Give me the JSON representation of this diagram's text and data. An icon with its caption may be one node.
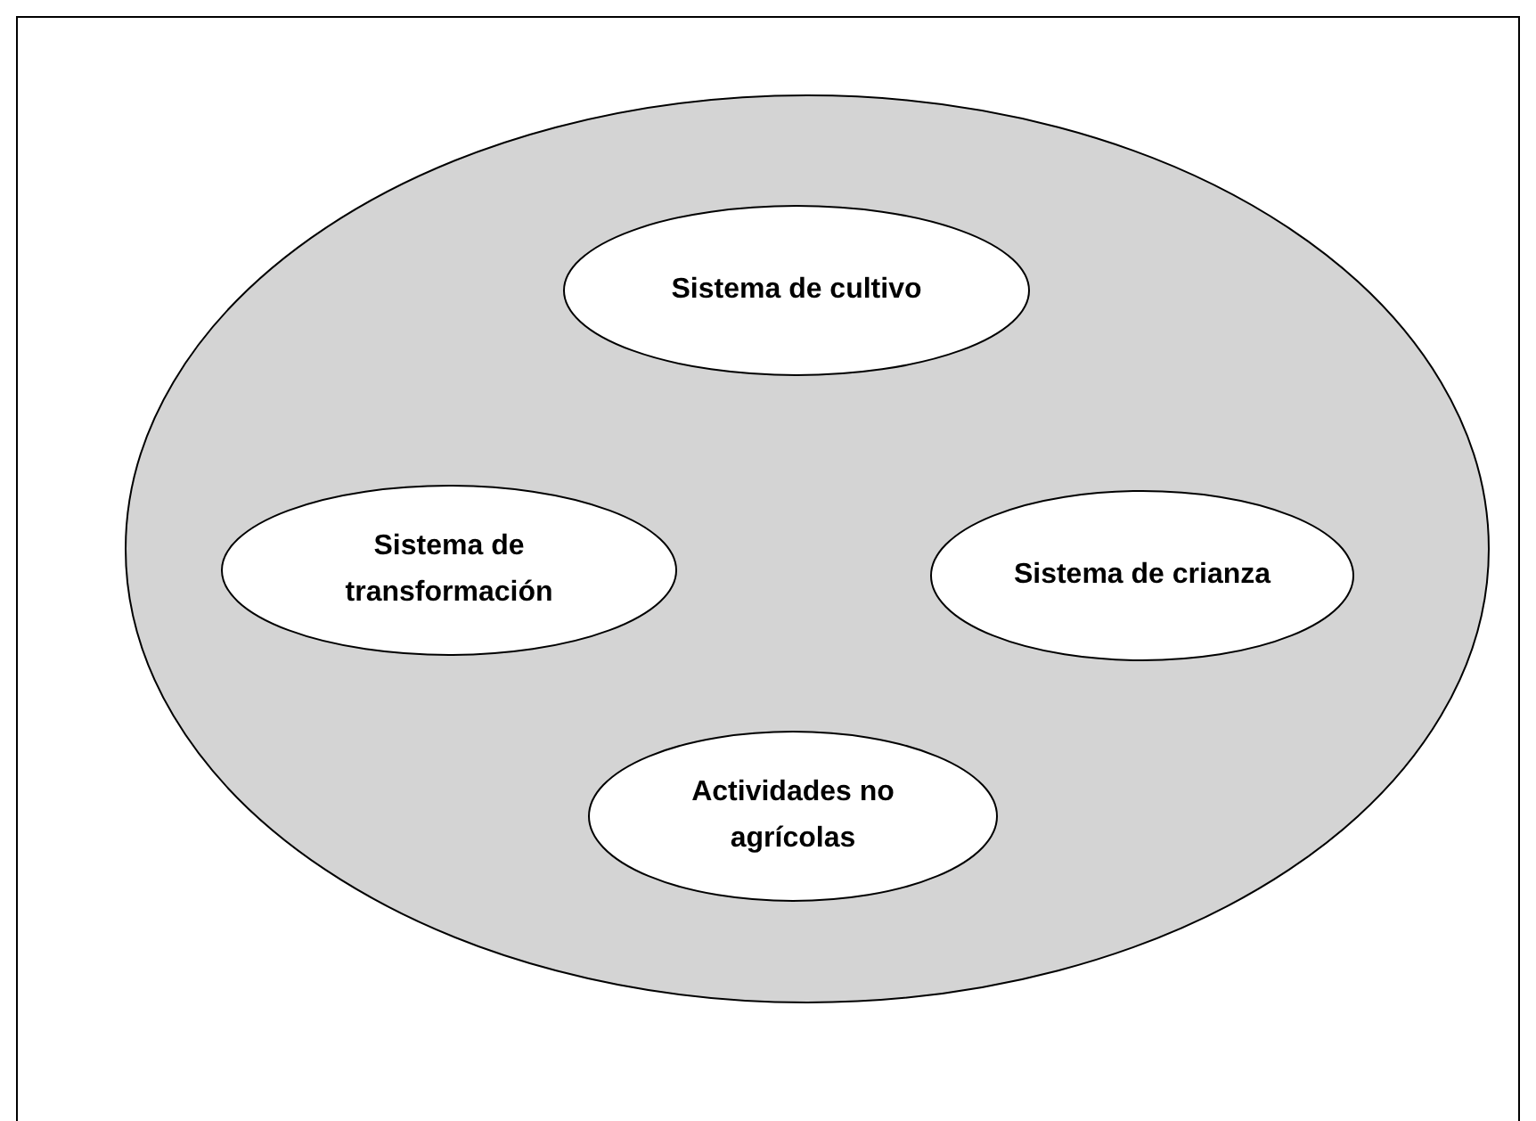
{
  "diagram": {
    "nodes": [
      {
        "text": [],
        "shape": "ellipse"
      },
      {
        "text": [
          "Sistema de cultivo"
        ],
        "in": 0
      },
      {
        "text": [
          "Sistema de transformación"
        ],
        "in": 0
      },
      {
        "text": [
          "Sistema de crianza"
        ],
        "in": 0
      },
      {
        "text": [
          "Actividades no agrícolas"
        ],
        "in": 0
      }
    ]
  }
}
